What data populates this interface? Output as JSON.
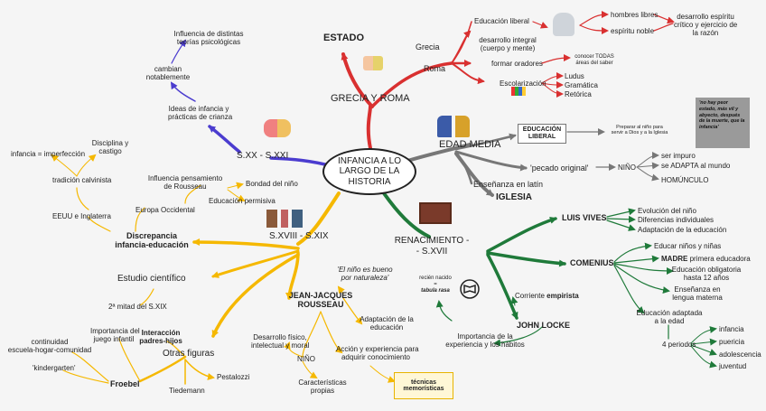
{
  "center": {
    "line1": "INFANCIA A LO",
    "line2": "LARGO DE LA",
    "line3": "HISTORIA"
  },
  "colors": {
    "red": "#d93030",
    "gray": "#777777",
    "green": "#1f7a3a",
    "yellow": "#f5b800",
    "purple": "#4b3ccf"
  },
  "icons": [
    "philosopher-bust-icon",
    "children-icon",
    "schoolbooks-icon",
    "medieval-figures-icon",
    "family-portrait-icon",
    "reading-child-icon",
    "book-head-icon",
    "children-playing-icon"
  ],
  "greece": {
    "title": "GRECIA Y ROMA",
    "estado": "ESTADO",
    "grecia": "Grecia",
    "roma": "Roma",
    "educacion_liberal": "Educación liberal",
    "hombres_libres": "hombres libres",
    "espiritu_noble": "espíritu noble",
    "desarrollo_espiritu_1": "desarrollo espíritu",
    "desarrollo_espiritu_2": "crítico y ejercicio de",
    "desarrollo_espiritu_3": "la razón",
    "desarrollo_integral_1": "desarrollo integral",
    "desarrollo_integral_2": "(cuerpo y mente)",
    "formar_oradores": "formar oradores",
    "conocer_1": "conocer TODAS",
    "conocer_2": "áreas del saber",
    "escolarizacion": "Escolarización",
    "ludus": "Ludus",
    "gramatica": "Gramática",
    "retorica": "Retórica"
  },
  "medieval": {
    "title": "EDAD MEDIA",
    "box_1": "EDUCACIÓN",
    "box_2": "LIBERAL",
    "preparar_1": "Preparar al niño para",
    "preparar_2": "servir a Dios y a la Iglesia",
    "pecado": "'pecado original'",
    "nino": "NIÑO",
    "ser_impuro": "ser impuro",
    "se_adapta": "se ADAPTA al mundo",
    "homunculo": "HOMÚNCULO",
    "ensenanza_latin": "Enseñanza en latín",
    "iglesia": "IGLESIA",
    "quote": "'no hay peor estado, más vil y abyecto, después de la muerte, que la infancia'"
  },
  "renaissance": {
    "title_1": "RENACIMIENTO -",
    "title_2": "- S.XVII",
    "luis_vives": "LUIS VIVES",
    "evolucion": "Evolución del niño",
    "diferencias": "Diferencias individuales",
    "adaptacion": "Adaptación de la educación",
    "comenius": "COMENIUS",
    "educar": "Educar niños y niñas",
    "madre_bold": "MADRE",
    "madre_rest": " primera educadora",
    "obligatoria_1": "Educación obligatoria",
    "obligatoria_2": "hasta 12 años",
    "lengua_1": "Enseñanza en",
    "lengua_2": "lengua materna",
    "adaptada_1": "Educación adaptada",
    "adaptada_2": "a la edad",
    "periodos": "4 periodos",
    "infancia": "infancia",
    "puericia": "puericia",
    "adolescencia": "adolescencia",
    "juventud": "juventud",
    "john_locke": "JOHN LOCKE",
    "corriente": "Corriente ",
    "empirista": "empirista",
    "recien_1": "recién nacido",
    "recien_2": "=",
    "tabula": "tabula rasa",
    "importancia_1": "Importancia de la",
    "importancia_2": "experiencia y los hábitos"
  },
  "s18": {
    "title": "S.XVIII - S.XIX",
    "discrepancia_1": "Discrepancia",
    "discrepancia_2": "infancia-educación",
    "europa": "Europa Occidental",
    "eeuu": "EEUU e Inglaterra",
    "tradicion": "tradición calvinista",
    "disciplina_1": "Disciplina y",
    "disciplina_2": "castigo",
    "infancia_imperf": "infancia = imperfección",
    "rousseau_infl_1": "Influencia pensamiento",
    "rousseau_infl_2": "de Rousseau",
    "bondad": "Bondad del niño",
    "permisiva": "Educación permisiva",
    "estudio": "Estudio científico",
    "mitad": "2ª mitad del S.XIX",
    "jjr_1": "JEAN-JACQUES",
    "jjr_2": "ROUSSEAU",
    "bueno_1": "'El niño es bueno",
    "bueno_2": "por naturaleza'",
    "adapt_edu_1": "Adaptación de la",
    "adapt_edu_2": "educación",
    "nino": "NIÑO",
    "desarrollo_1": "Desarrollo físico,",
    "desarrollo_2": "intelectual y moral",
    "caract_1": "Características",
    "caract_2": "propias",
    "accion_1": "Acción y experiencia para",
    "accion_2": "adquirir conocimiento",
    "tecnicas_1": "técnicas",
    "tecnicas_2": "memorísticas",
    "otras": "Otras figuras",
    "froebel": "Froebel",
    "pestalozzi": "Pestalozzi",
    "tiedemann": "Tiedemann",
    "interaccion_1": "Interacción",
    "interaccion_2": "padres-hijos",
    "juego_1": "Importancia del",
    "juego_2": "juego infantil",
    "continuidad_1": "continuidad",
    "continuidad_2": "escuela-hogar-comunidad",
    "kindergarten": "'kindergarten'"
  },
  "s20": {
    "title": "S.XX - S.XXI",
    "ideas_1": "Ideas de infancia y",
    "ideas_2": "prácticas de crianza",
    "cambian_1": "cambian",
    "cambian_2": "notablemente",
    "influencia_1": "Influencia de distintas",
    "influencia_2": "teorías psicológicas"
  }
}
